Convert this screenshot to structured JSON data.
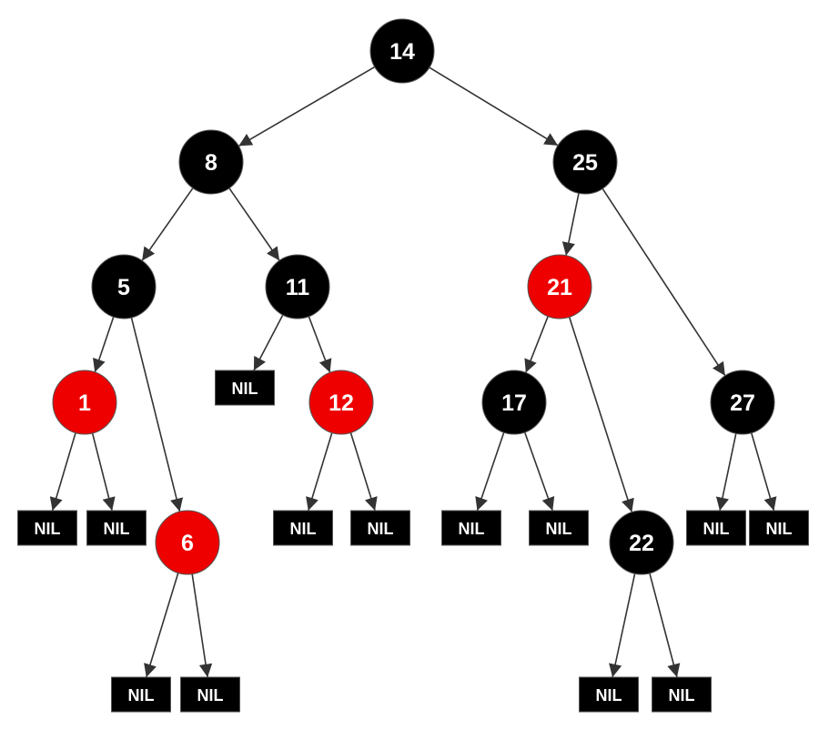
{
  "colors": {
    "black_node": "#000000",
    "red_node": "#ee0000",
    "nil_leaf": "#000000",
    "edge": "#333333",
    "label": "#ffffff"
  },
  "nodes": [
    {
      "id": "n14",
      "label": "14",
      "color": "black"
    },
    {
      "id": "n8",
      "label": "8",
      "color": "black"
    },
    {
      "id": "n25",
      "label": "25",
      "color": "black"
    },
    {
      "id": "n5",
      "label": "5",
      "color": "black"
    },
    {
      "id": "n11",
      "label": "11",
      "color": "black"
    },
    {
      "id": "n21",
      "label": "21",
      "color": "red"
    },
    {
      "id": "n1",
      "label": "1",
      "color": "red"
    },
    {
      "id": "n12",
      "label": "12",
      "color": "red"
    },
    {
      "id": "n17",
      "label": "17",
      "color": "black"
    },
    {
      "id": "n27",
      "label": "27",
      "color": "black"
    },
    {
      "id": "n6",
      "label": "6",
      "color": "red"
    },
    {
      "id": "n22",
      "label": "22",
      "color": "black"
    }
  ],
  "nil_label": "NIL",
  "edges": [
    [
      "n14",
      "n8"
    ],
    [
      "n14",
      "n25"
    ],
    [
      "n8",
      "n5"
    ],
    [
      "n8",
      "n11"
    ],
    [
      "n25",
      "n21"
    ],
    [
      "n25",
      "n27"
    ],
    [
      "n5",
      "n1"
    ],
    [
      "n5",
      "n6"
    ],
    [
      "n11",
      "nil11L"
    ],
    [
      "n11",
      "n12"
    ],
    [
      "n21",
      "n17"
    ],
    [
      "n21",
      "n22"
    ],
    [
      "n1",
      "nil1L"
    ],
    [
      "n1",
      "nil1R"
    ],
    [
      "n6",
      "nil6L"
    ],
    [
      "n6",
      "nil6R"
    ],
    [
      "n12",
      "nil12L"
    ],
    [
      "n12",
      "nil12R"
    ],
    [
      "n17",
      "nil17L"
    ],
    [
      "n17",
      "nil17R"
    ],
    [
      "n22",
      "nil22L"
    ],
    [
      "n22",
      "nil22R"
    ],
    [
      "n27",
      "nil27L"
    ],
    [
      "n27",
      "nil27R"
    ]
  ],
  "nils": [
    "nil1L",
    "nil1R",
    "nil6L",
    "nil6R",
    "nil11L",
    "nil12L",
    "nil12R",
    "nil17L",
    "nil17R",
    "nil22L",
    "nil22R",
    "nil27L",
    "nil27R"
  ]
}
